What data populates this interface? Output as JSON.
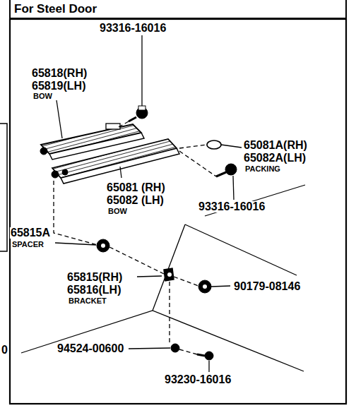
{
  "diagram": {
    "title": "For Steel Door",
    "labels": [
      "93316-16016",
      "65818(RH)",
      "65819(LH)",
      "BOW",
      "65081A(RH)",
      "65082A(LH)",
      "PACKING",
      "65081 (RH)",
      "65082 (LH)",
      "93316-16016",
      "BOW",
      "65815A",
      "SPACER",
      "65815(RH)",
      "65816(LH)",
      "BRACKET",
      "90179-08146",
      "0",
      "94524-00600",
      "93230-16016"
    ]
  }
}
